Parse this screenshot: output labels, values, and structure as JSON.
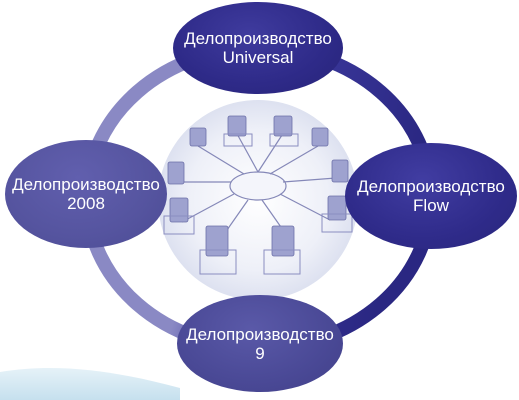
{
  "diagram": {
    "nodes": {
      "top": {
        "line1": "Делопроизводство",
        "line2": "Universal"
      },
      "right": {
        "line1": "Делопроизводство",
        "line2": "Flow"
      },
      "bottom": {
        "line1": "Делопроизводство",
        "line2": "9"
      },
      "left": {
        "line1": "Делопроизводство",
        "line2": "2008"
      }
    },
    "center_image": "office-network-illustration",
    "colors": {
      "ring_light": "#8b8bc6",
      "ring_dark": "#2c2a86",
      "node_dark": "#2e2a88",
      "node_medium": "#4a4996",
      "node_light": "#55549f",
      "center_bg": "#e9ecf6",
      "wave": "#cfe6f2"
    }
  }
}
